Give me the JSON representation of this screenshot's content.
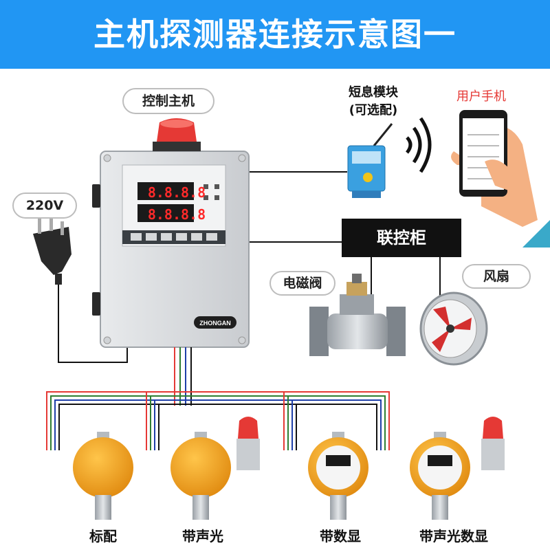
{
  "title": "主机探测器连接示意图一",
  "labels": {
    "controller": "控制主机",
    "power": "220V",
    "sms_module_line1": "短息模块",
    "sms_module_line2": "(可选配)",
    "user_phone": "用户手机",
    "linkage_cabinet": "联控柜",
    "solenoid_valve": "电磁阀",
    "fan": "风扇",
    "brand": "ZHONGAN"
  },
  "detectors": [
    {
      "label": "标配"
    },
    {
      "label": "带声光"
    },
    {
      "label": "带数显"
    },
    {
      "label": "带声光数显"
    }
  ],
  "display_digits": [
    "8.8.8.8",
    "8.8.8.8"
  ],
  "colors": {
    "banner": "#2196f3",
    "wire_red": "#e53935",
    "wire_green": "#2e7d32",
    "wire_blue": "#1e3ea8",
    "wire_black": "#111111",
    "detector_body": "#f5a623",
    "alarm_red": "#e53935",
    "phone_text_red": "#e53935"
  }
}
